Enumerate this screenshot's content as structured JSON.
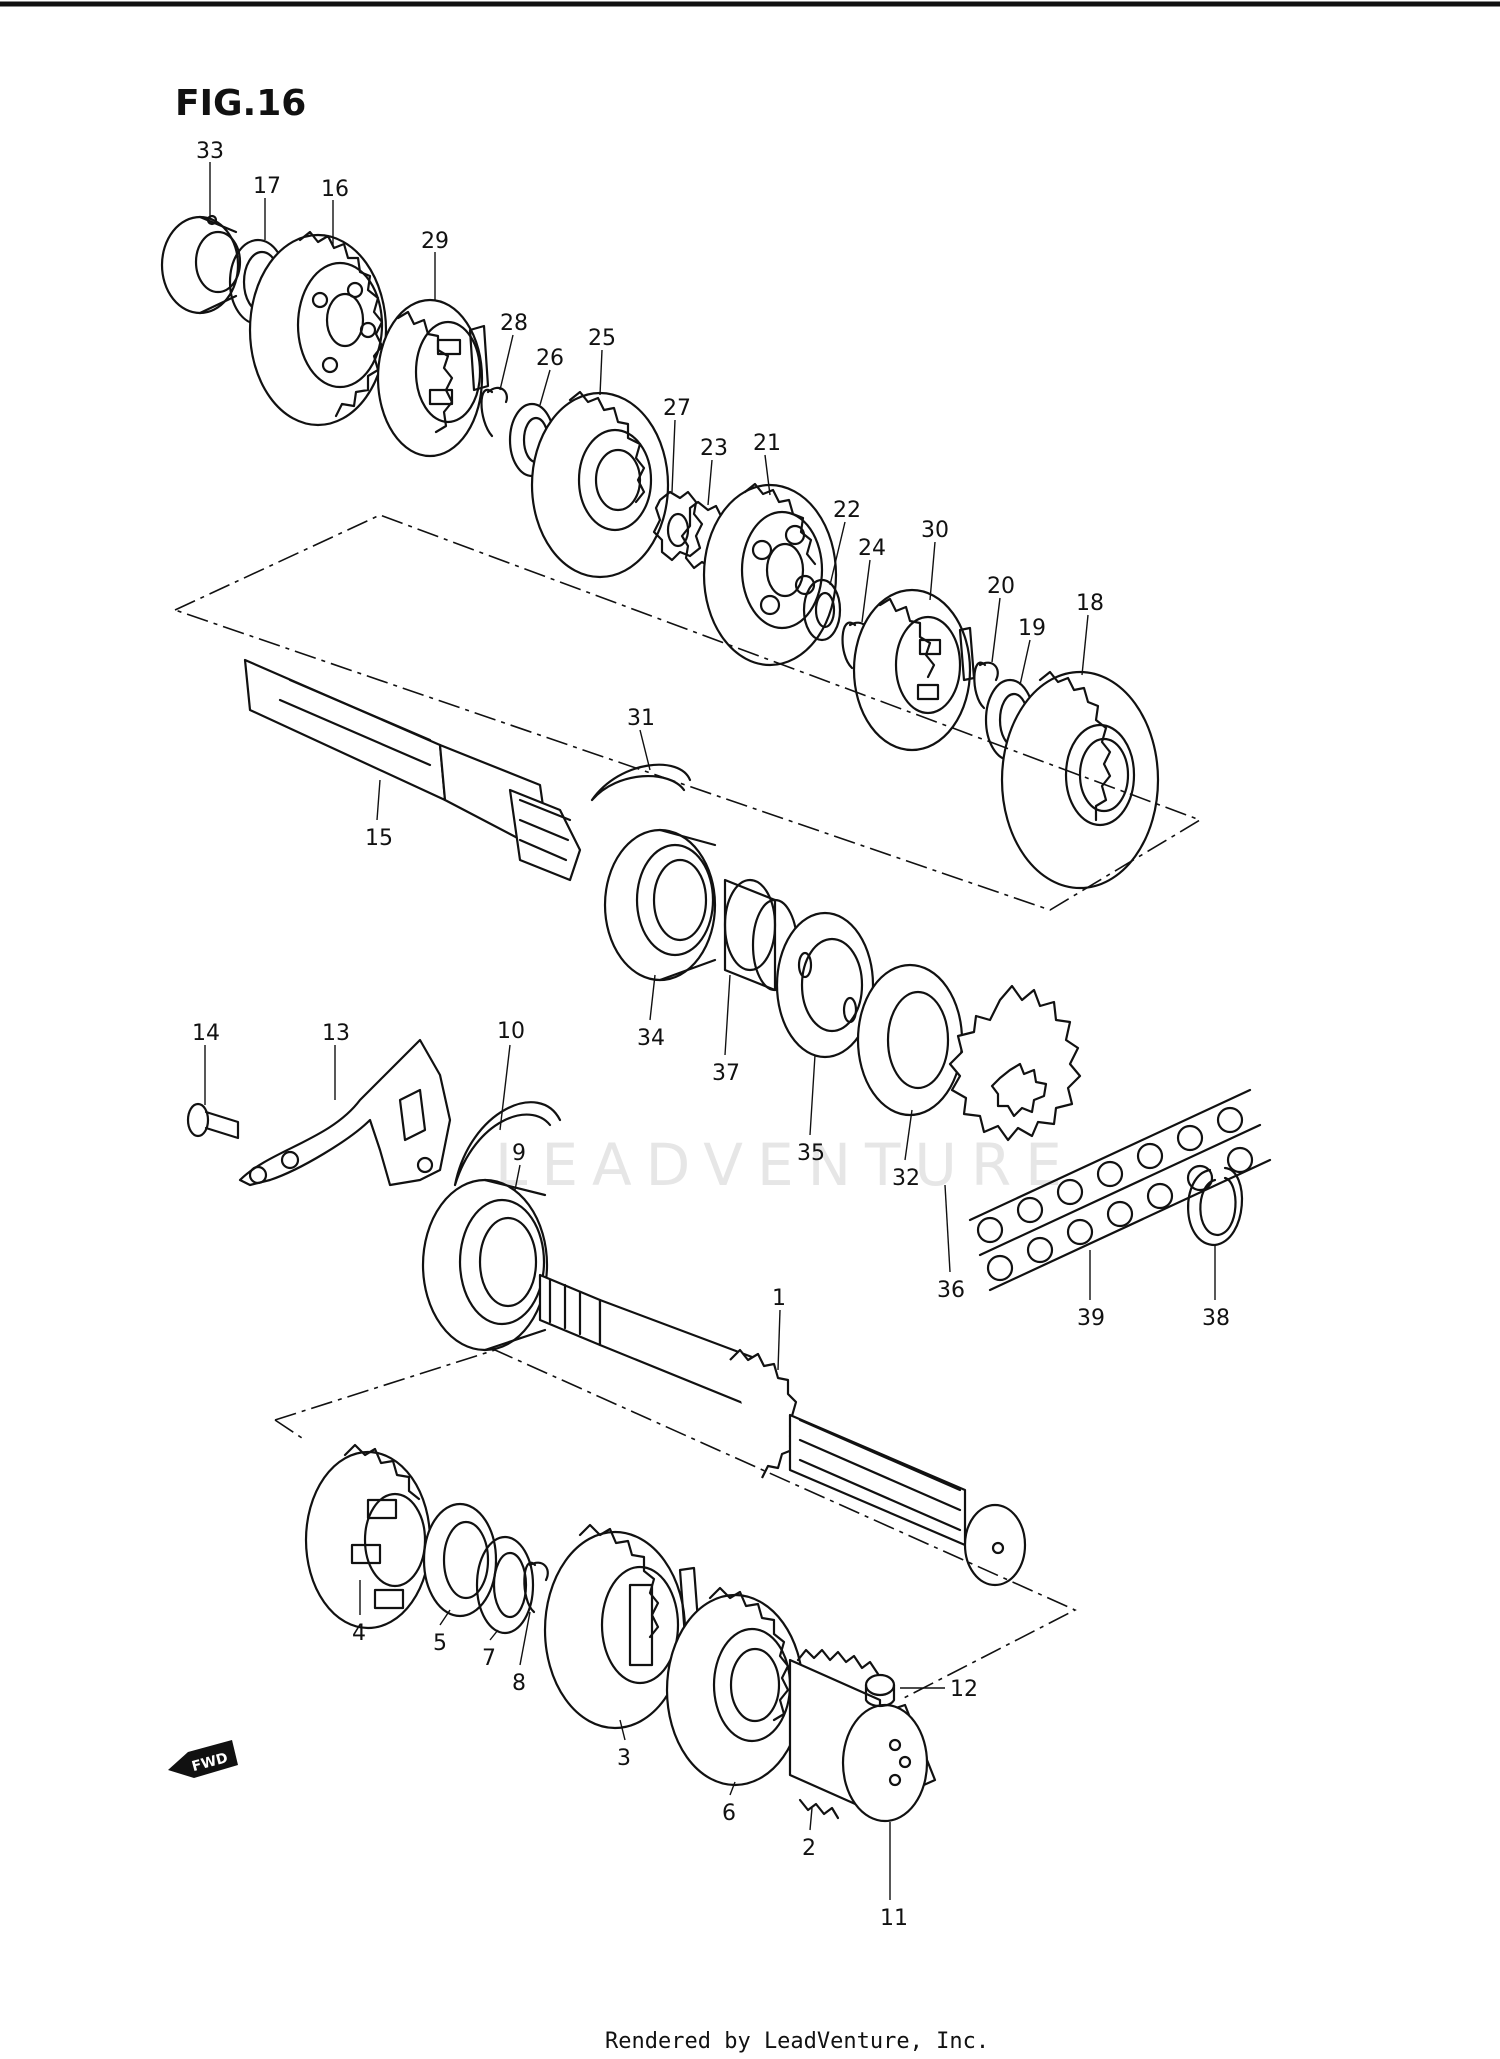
{
  "figure": {
    "title": "FIG.16"
  },
  "watermark": "LEADVENTURE",
  "footer": "Rendered by LeadVenture, Inc.",
  "direction_marker": "FWD",
  "callouts": {
    "p1": "1",
    "p2": "2",
    "p3": "3",
    "p4": "4",
    "p5": "5",
    "p6": "6",
    "p7": "7",
    "p8": "8",
    "p9": "9",
    "p10": "10",
    "p11": "11",
    "p12": "12",
    "p13": "13",
    "p14": "14",
    "p15": "15",
    "p16": "16",
    "p17": "17",
    "p18": "18",
    "p19": "19",
    "p20": "20",
    "p21": "21",
    "p22": "22",
    "p23": "23",
    "p24": "24",
    "p25": "25",
    "p26": "26",
    "p27": "27",
    "p28": "28",
    "p29": "29",
    "p30": "30",
    "p31": "31",
    "p32": "32",
    "p33": "33",
    "p34": "34",
    "p35": "35",
    "p36": "36",
    "p37": "37",
    "p38": "38",
    "p39": "39"
  }
}
